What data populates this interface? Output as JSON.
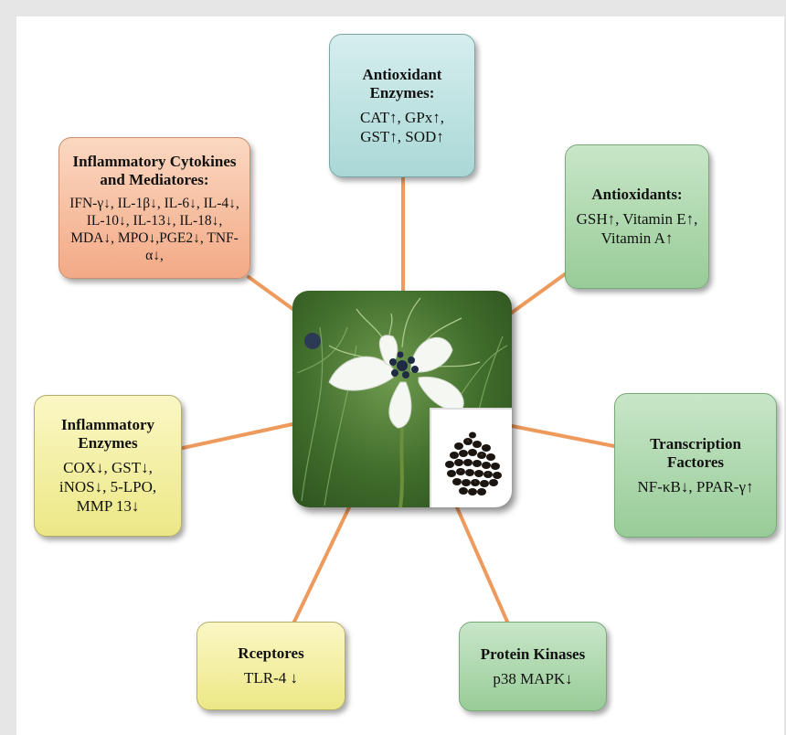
{
  "boxes": {
    "antioxidant_enzymes": {
      "title": "Antioxidant Enzymes:",
      "body": "CAT↑, GPx↑, GST↑, SOD↑",
      "color": "#a9d8d6"
    },
    "antioxidants": {
      "title": "Antioxidants:",
      "body": "GSH↑, Vitamin E↑, Vitamin A↑",
      "color": "#98cc98"
    },
    "transcription_factors": {
      "title": "Transcription Factores",
      "body": "NF-κB↓, PPAR-γ↑",
      "color": "#98cc98"
    },
    "protein_kinases": {
      "title": "Protein Kinases",
      "body": "p38 MAPK↓",
      "color": "#98cc98"
    },
    "receptors": {
      "title": "Rceptores",
      "body": "TLR-4 ↓",
      "color": "#ece886"
    },
    "inflammatory_enzymes": {
      "title": "Inflammatory Enzymes",
      "body": "COX↓, GST↓, iNOS↓, 5-LPO, MMP 13↓",
      "color": "#ece886"
    },
    "inflammatory_cytokines": {
      "title": "Inflammatory Cytokines and Mediatores:",
      "body": "IFN-γ↓, IL-1β↓, IL-6↓, IL-4↓, IL-10↓, IL-13↓, IL-18↓, MDA↓, MPO↓,PGE2↓, TNF-α↓,",
      "color": "#f3a985"
    }
  },
  "center_image": {
    "subject": "nigella-sativa-flower-and-seeds"
  },
  "connector_color": "#ee9a5c"
}
